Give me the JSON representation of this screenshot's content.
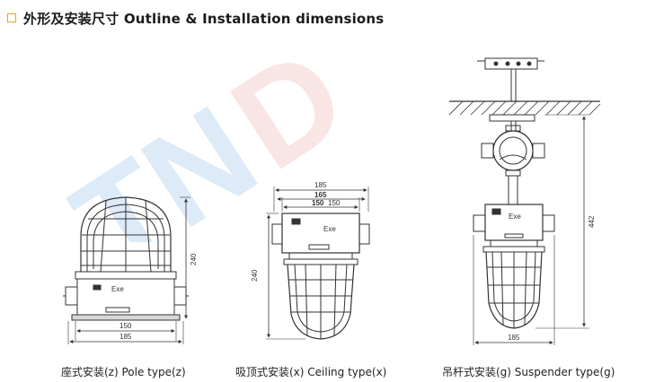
{
  "header": {
    "title": "外形及安装尺寸 Outline & Installation dimensions"
  },
  "colors": {
    "line": "#333333",
    "bullet": "#f0a020",
    "watermark_blue": "#9fc4ea",
    "watermark_red": "#f3b6b6"
  },
  "captions": {
    "pole": "座式安装(z) Pole type(z)",
    "ceiling": "吸顶式安装(x) Ceiling type(x)",
    "suspender": "吊杆式安装(g) Suspender type(g)"
  },
  "pole": {
    "dim_height": "240",
    "dim_inner": "150",
    "dim_outer": "185",
    "box_label": "Exe"
  },
  "ceiling": {
    "dim_outer": "185",
    "dim_mid": "165",
    "dim_inner": "150",
    "dim_inner_right": "150",
    "dim_height": "240",
    "box_label": "Exe"
  },
  "suspender": {
    "dim_height": "442",
    "dim_width": "185",
    "box_label": "Exe"
  }
}
